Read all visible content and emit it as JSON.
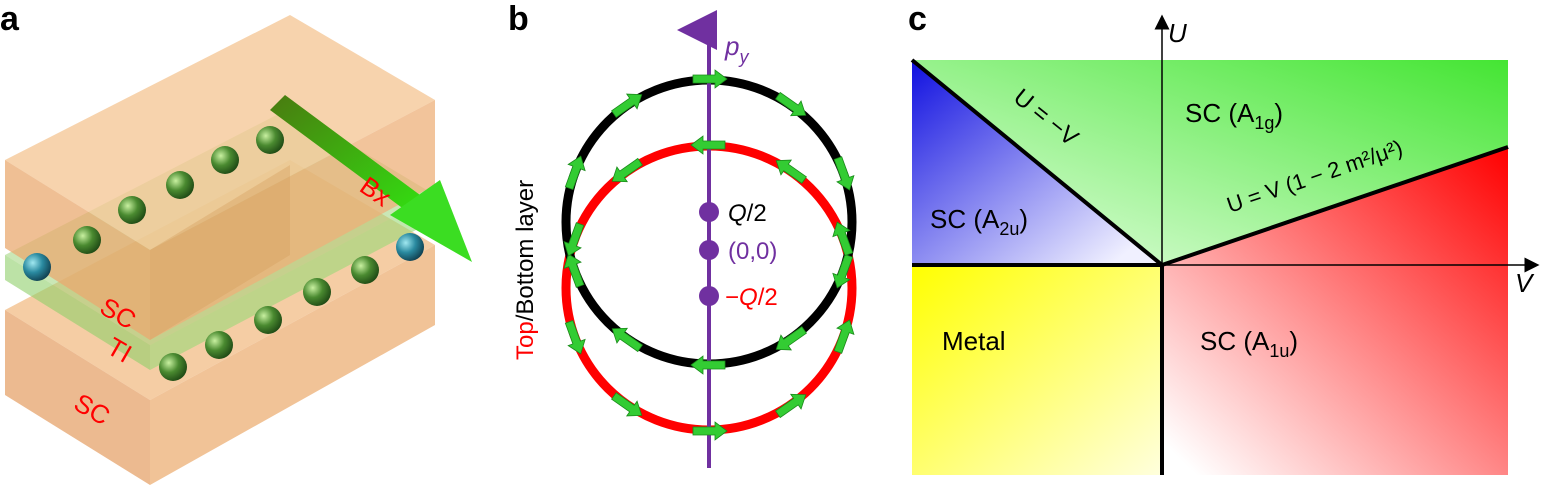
{
  "panels": {
    "a": {
      "letter": "a",
      "labels": {
        "sc_top": "SC",
        "ti": "TI",
        "sc_bottom": "SC",
        "field": "Bx"
      }
    },
    "b": {
      "letter": "b",
      "axis_label": "p",
      "axis_sub": "y",
      "points": [
        {
          "label_pre": "",
          "label_q": "Q",
          "label_post": "/2",
          "color": "#000000"
        },
        {
          "label_pre": "",
          "label_q": "",
          "label_post": "(0,0)",
          "color": "#7030a0"
        },
        {
          "label_pre": "−",
          "label_q": "Q",
          "label_post": "/2",
          "color": "#ff0000"
        }
      ],
      "side_label_top": "Top",
      "side_label_slash": "/",
      "side_label_bottom": "Bottom layer"
    },
    "c": {
      "letter": "c",
      "axis_u": "U",
      "axis_v": "V",
      "region_a1g_base": "SC (A",
      "region_a1g_sub": "1g",
      "region_a2u_base": "SC (A",
      "region_a2u_sub": "2u",
      "region_a1u_base": "SC (A",
      "region_a1u_sub": "1u",
      "region_metal": "Metal",
      "line_u_minus_v": "U = −V",
      "line_boundary": "U = V (1 − 2 m²/μ²)",
      "close_paren": ")"
    }
  },
  "colors": {
    "slab": "#f0b070",
    "ti_layer": "#8fd070",
    "field_arrow": "#5fc020",
    "ring_top": "#ff0000",
    "ring_bottom": "#000000",
    "spin_arrow": "#33cc33",
    "axis_purple": "#7030a0",
    "region_green": "#66ee55",
    "region_blue": "#2222ee",
    "region_red": "#ff1a1a",
    "region_yellow": "#ffff00"
  }
}
